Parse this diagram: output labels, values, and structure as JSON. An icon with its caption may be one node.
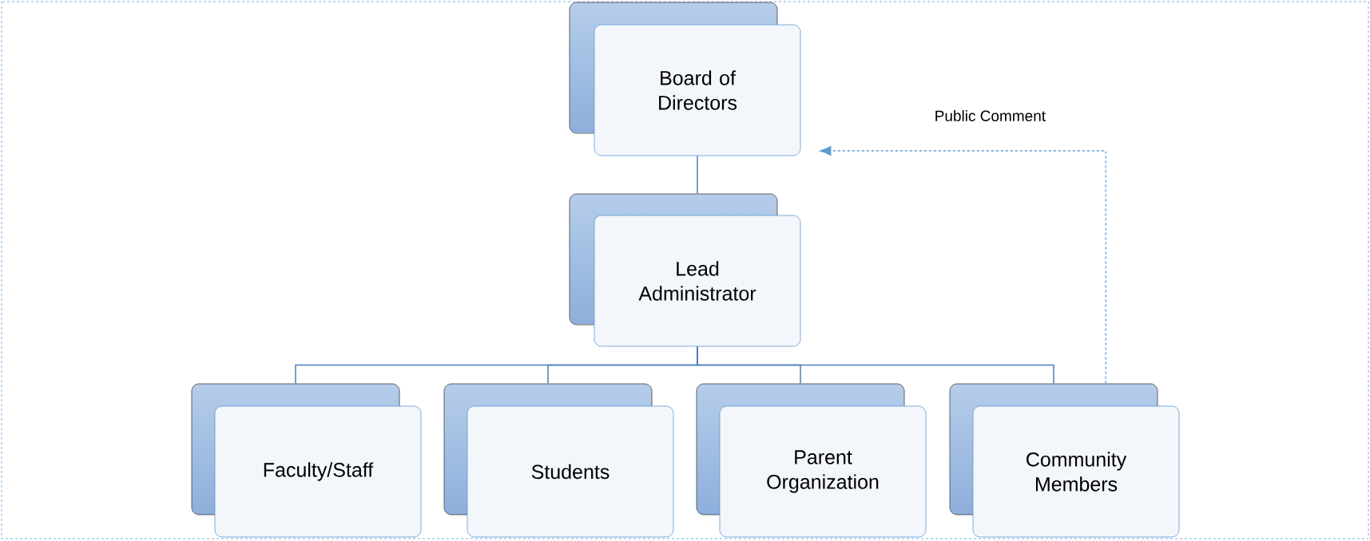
{
  "diagram": {
    "nodes": [
      {
        "text": [
          "Board of Directors"
        ]
      },
      {
        "text": [
          "Lead Administrator"
        ]
      },
      {
        "text": [
          "Faculty/Staff"
        ]
      },
      {
        "text": [
          "Students"
        ]
      },
      {
        "text": [
          "Parent Organization"
        ]
      },
      {
        "text": [
          "Community Members"
        ]
      }
    ],
    "edges": [
      {
        "from": 0,
        "to": 1,
        "arrow": "none"
      },
      {
        "from": 1,
        "to": 2,
        "arrow": "none"
      },
      {
        "from": 1,
        "to": 3,
        "arrow": "none"
      },
      {
        "from": 1,
        "to": 4,
        "arrow": "none"
      },
      {
        "from": 1,
        "to": 5,
        "arrow": "none"
      },
      {
        "from": 5,
        "to": 0,
        "arrow": "to",
        "style": "dashed",
        "label": "Public Comment"
      }
    ]
  }
}
